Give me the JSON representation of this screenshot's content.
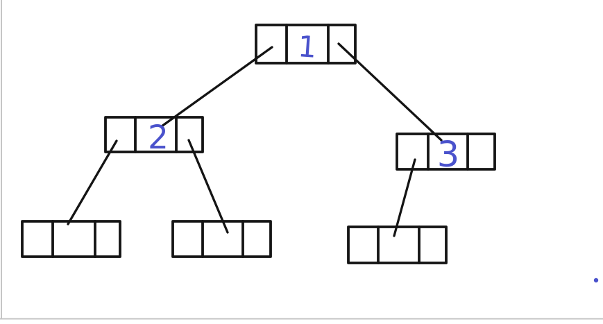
{
  "colors": {
    "background": "#ffffff",
    "ink": "#141414",
    "accent": "#4a52cc",
    "frame": "#c5c5c5"
  },
  "tree": {
    "nodes": [
      {
        "id": "root",
        "value": "1"
      },
      {
        "id": "left-child",
        "value": "2"
      },
      {
        "id": "right-child",
        "value": "3"
      },
      {
        "id": "left-left-leaf",
        "value": ""
      },
      {
        "id": "left-right-leaf",
        "value": ""
      },
      {
        "id": "right-left-leaf",
        "value": ""
      }
    ],
    "edges": [
      {
        "from": "root",
        "via": "left-pointer",
        "to": "left-child"
      },
      {
        "from": "root",
        "via": "right-pointer",
        "to": "right-child"
      },
      {
        "from": "left-child",
        "via": "left-pointer",
        "to": "left-left-leaf"
      },
      {
        "from": "left-child",
        "via": "right-pointer",
        "to": "left-right-leaf"
      },
      {
        "from": "right-child",
        "via": "left-pointer",
        "to": "right-left-leaf"
      }
    ]
  }
}
